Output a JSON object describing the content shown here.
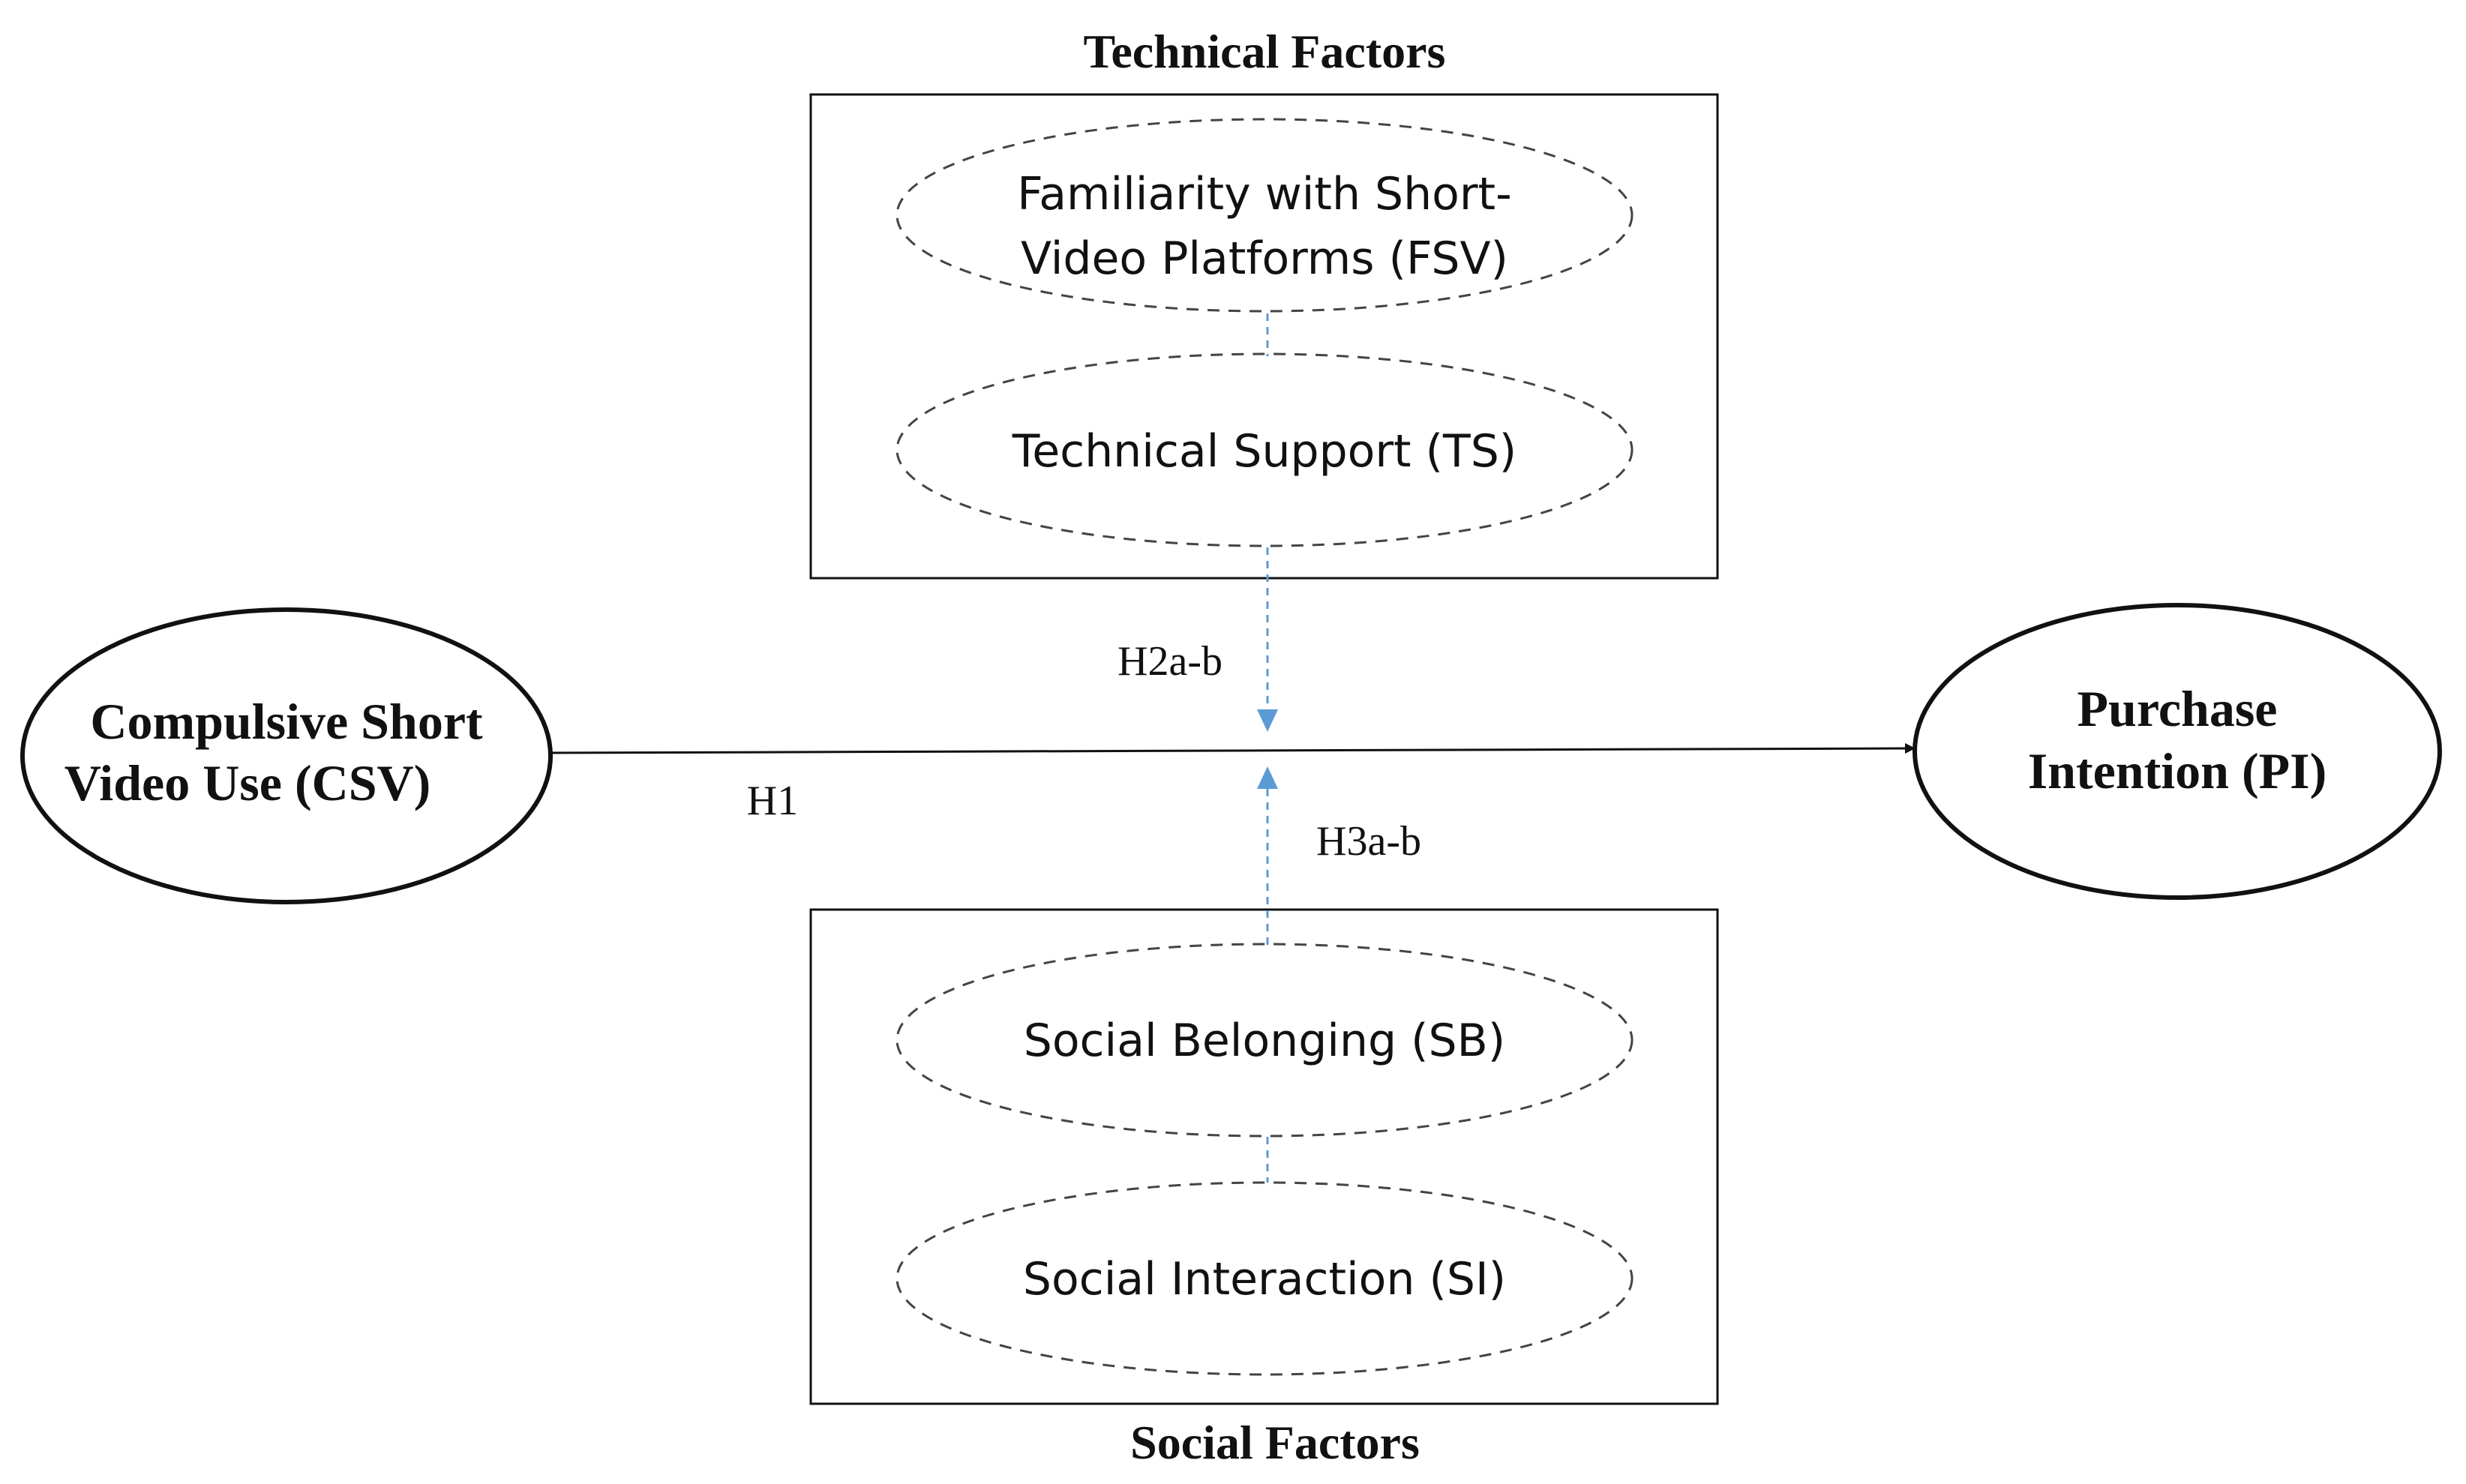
{
  "groups": {
    "technical": {
      "title": "Technical Factors",
      "items": [
        {
          "line1": "Familiarity with Short-",
          "line2": "Video Platforms (FSV)"
        },
        {
          "line1": "Technical Support (TS)"
        }
      ]
    },
    "social": {
      "title": "Social Factors",
      "items": [
        {
          "line1": "Social Belonging (SB)"
        },
        {
          "line1": "Social Interaction (SI)"
        }
      ]
    }
  },
  "constructs": {
    "csv": {
      "line1": "Compulsive Short",
      "line2": "Video Use (CSV)"
    },
    "pi": {
      "line1": "Purchase",
      "line2": "Intention (PI)"
    }
  },
  "hypotheses": {
    "h1": "H1",
    "h2": "H2a-b",
    "h3": "H3a-b"
  },
  "colors": {
    "line": "#111111",
    "dashed_ellipse": "#444444",
    "moderator_arrow": "#5b9bd5"
  }
}
